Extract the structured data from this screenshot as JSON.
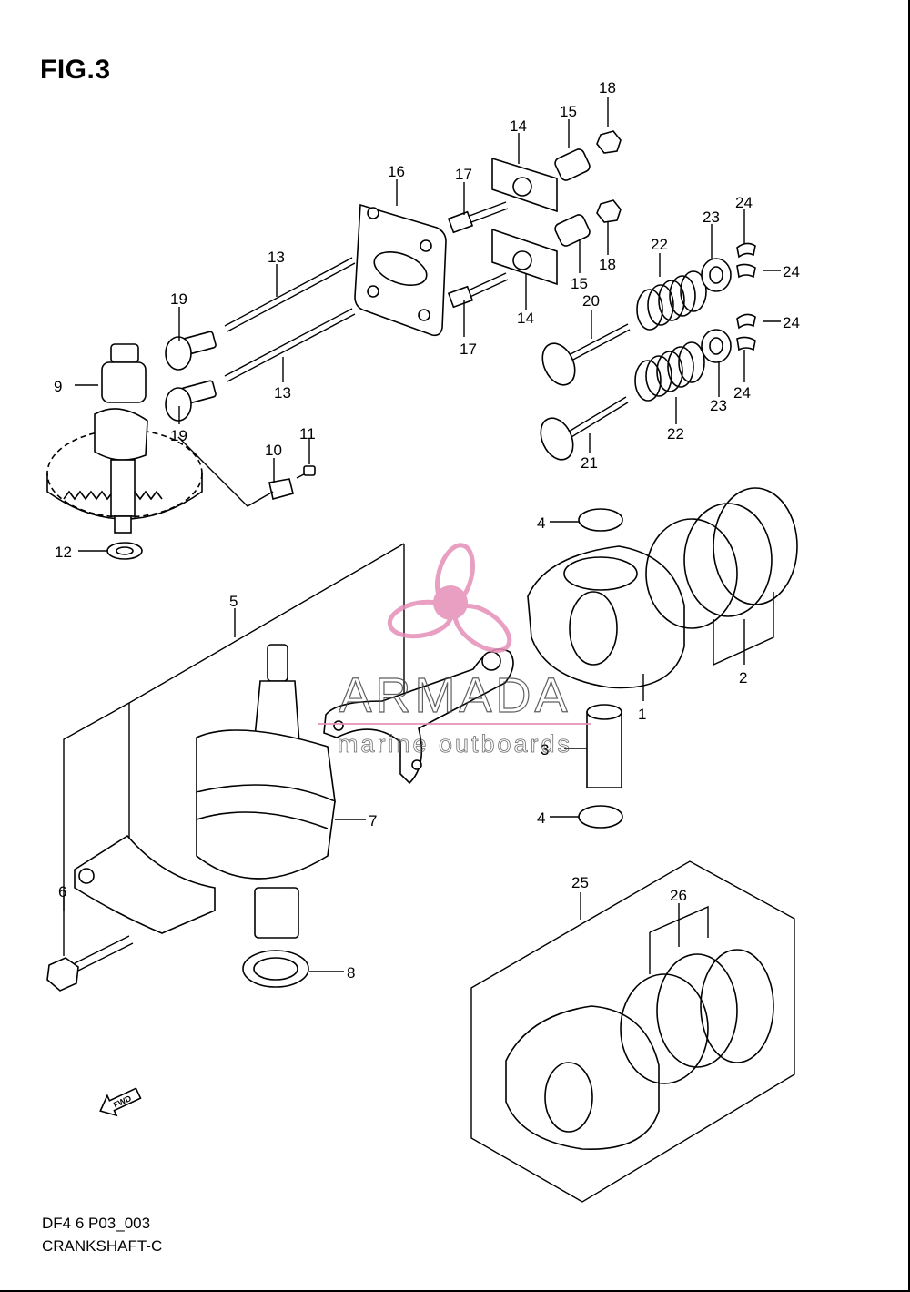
{
  "figure": {
    "title": "FIG.3"
  },
  "footer": {
    "code": "DF4 6 P03_003",
    "name": "CRANKSHAFT-C"
  },
  "watermark": {
    "brand": "ARMADA",
    "tagline": "marine outboards",
    "color": "#e58fb7"
  },
  "fwd_label": "FWD",
  "callouts": [
    {
      "id": "c1",
      "text": "1"
    },
    {
      "id": "c2",
      "text": "2"
    },
    {
      "id": "c3",
      "text": "3"
    },
    {
      "id": "c4a",
      "text": "4"
    },
    {
      "id": "c4b",
      "text": "4"
    },
    {
      "id": "c5",
      "text": "5"
    },
    {
      "id": "c6",
      "text": "6"
    },
    {
      "id": "c7",
      "text": "7"
    },
    {
      "id": "c8",
      "text": "8"
    },
    {
      "id": "c9",
      "text": "9"
    },
    {
      "id": "c10",
      "text": "10"
    },
    {
      "id": "c11",
      "text": "11"
    },
    {
      "id": "c12",
      "text": "12"
    },
    {
      "id": "c13a",
      "text": "13"
    },
    {
      "id": "c13b",
      "text": "13"
    },
    {
      "id": "c14a",
      "text": "14"
    },
    {
      "id": "c14b",
      "text": "14"
    },
    {
      "id": "c15a",
      "text": "15"
    },
    {
      "id": "c15b",
      "text": "15"
    },
    {
      "id": "c16",
      "text": "16"
    },
    {
      "id": "c17a",
      "text": "17"
    },
    {
      "id": "c17b",
      "text": "17"
    },
    {
      "id": "c18a",
      "text": "18"
    },
    {
      "id": "c18b",
      "text": "18"
    },
    {
      "id": "c19a",
      "text": "19"
    },
    {
      "id": "c19b",
      "text": "19"
    },
    {
      "id": "c20",
      "text": "20"
    },
    {
      "id": "c21",
      "text": "21"
    },
    {
      "id": "c22a",
      "text": "22"
    },
    {
      "id": "c22b",
      "text": "22"
    },
    {
      "id": "c23a",
      "text": "23"
    },
    {
      "id": "c23b",
      "text": "23"
    },
    {
      "id": "c24a",
      "text": "24"
    },
    {
      "id": "c24b",
      "text": "24"
    },
    {
      "id": "c24c",
      "text": "24"
    },
    {
      "id": "c24d",
      "text": "24"
    },
    {
      "id": "c25",
      "text": "25"
    },
    {
      "id": "c26",
      "text": "26"
    }
  ]
}
